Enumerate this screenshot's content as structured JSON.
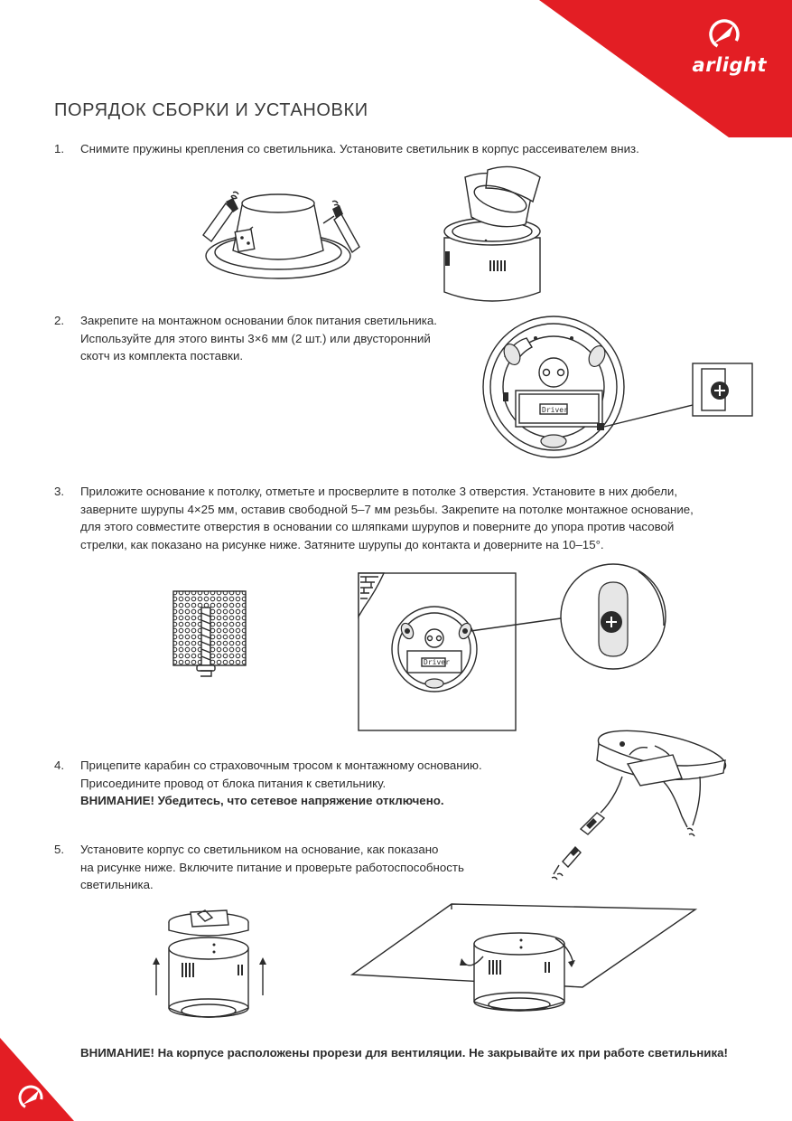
{
  "brand": {
    "logo": "arlight",
    "accent_color": "#e31e24",
    "icon": "arlight-swoosh-icon"
  },
  "title": "ПОРЯДОК СБОРКИ И УСТАНОВКИ",
  "steps": [
    {
      "num": "1.",
      "lines": [
        "Снимите пружины крепления со светильника. Установите светильник в корпус рассеивателем вниз."
      ]
    },
    {
      "num": "2.",
      "lines": [
        "Закрепите на монтажном основании блок питания светильника.",
        "Используйте для этого винты 3×6 мм (2 шт.) или двусторонний",
        "скотч из комплекта поставки."
      ]
    },
    {
      "num": "3.",
      "lines": [
        "Приложите основание к потолку, отметьте и просверлите в потолке 3 отверстия. Установите в них дюбели,",
        "заверните шурупы 4×25 мм, оставив свободной 5–7 мм резьбы. Закрепите на потолке монтажное основание,",
        "для этого совместите отверстия в основании со шляпками шурупов и поверните до упора против часовой",
        "стрелки, как показано на рисунке ниже. Затяните шурупы до контакта и доверните на 10–15°."
      ]
    },
    {
      "num": "4.",
      "lines": [
        "Прицепите карабин со страховочным тросом к монтажному основанию.",
        "Присоедините провод от блока питания к светильнику."
      ],
      "warning": "ВНИМАНИЕ! Убедитесь, что сетевое напряжение отключено."
    },
    {
      "num": "5.",
      "lines": [
        "Установите корпус со светильником на основание, как показано",
        "на рисунке ниже. Включите питание и проверьте работоспособность",
        "светильника."
      ]
    }
  ],
  "driver_label": "Driver",
  "bottom_warning": "ВНИМАНИЕ! На корпусе расположены прорези для вентиляции. Не закрывайте их при работе светильника!"
}
